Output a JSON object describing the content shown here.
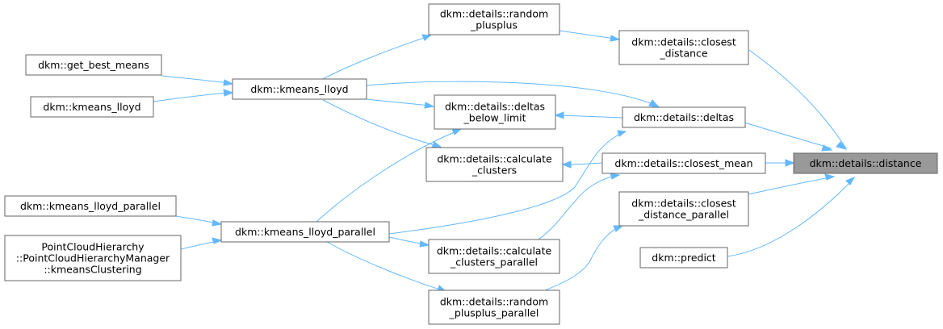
{
  "colors": {
    "edge": "#63b8ff",
    "node_border": "#666666",
    "focus_fill": "#999999"
  },
  "nodes": {
    "distance": [
      "dkm::details::distance"
    ],
    "random_plusplus": [
      "dkm::details::random",
      "_plusplus"
    ],
    "closest_distance": [
      "dkm::details::closest",
      "_distance"
    ],
    "get_best_means": [
      "dkm::get_best_means"
    ],
    "kmeans_lloyd": [
      "dkm::kmeans_lloyd"
    ],
    "kmeans_lloyd_caller": [
      "dkm::kmeans_lloyd"
    ],
    "deltas_below_limit": [
      "dkm::details::deltas",
      "_below_limit"
    ],
    "deltas": [
      "dkm::details::deltas"
    ],
    "calculate_clusters": [
      "dkm::details::calculate",
      "_clusters"
    ],
    "closest_mean": [
      "dkm::details::closest_mean"
    ],
    "kmeans_lloyd_parallel_caller": [
      "dkm::kmeans_lloyd_parallel"
    ],
    "kmeans_lloyd_parallel": [
      "dkm::kmeans_lloyd_parallel"
    ],
    "closest_distance_parallel": [
      "dkm::details::closest",
      "_distance_parallel"
    ],
    "pointcloud": [
      "PointCloudHierarchy",
      "::PointCloudHierarchyManager",
      "::kmeansClustering"
    ],
    "calculate_clusters_parallel": [
      "dkm::details::calculate",
      "_clusters_parallel"
    ],
    "predict": [
      "dkm::predict"
    ],
    "random_plusplus_parallel": [
      "dkm::details::random",
      "_plusplus_parallel"
    ]
  }
}
